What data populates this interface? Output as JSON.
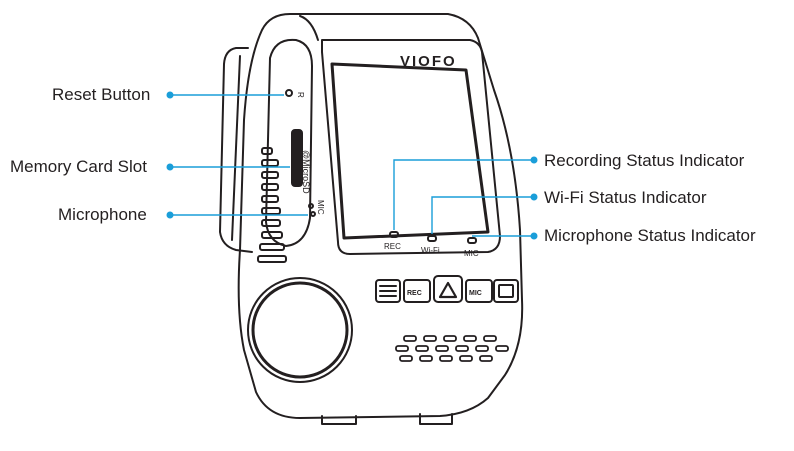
{
  "device": {
    "brand": "VIOFO",
    "slot_text": "@MicroSD",
    "reset_mark": "R",
    "mic_mark": "MIC",
    "indicators": {
      "rec": "REC",
      "wifi": "Wi-Fi",
      "mic": "MIC"
    },
    "buttons": {
      "rec_btn": "REC",
      "mic_btn": "MIC"
    }
  },
  "labels": {
    "reset": "Reset Button",
    "memory": "Memory Card Slot",
    "microphone": "Microphone",
    "recording_status": "Recording Status Indicator",
    "wifi_status": "Wi-Fi Status Indicator",
    "mic_status": "Microphone Status Indicator"
  },
  "colors": {
    "callout": "#1a9ed9",
    "outline": "#231f20",
    "label": "#231f20"
  }
}
